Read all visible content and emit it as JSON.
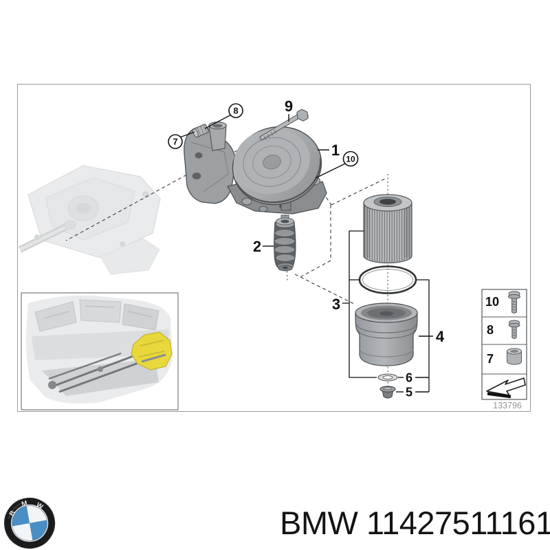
{
  "diagram": {
    "number": "133796",
    "callouts": [
      {
        "label": "7",
        "circled": true
      },
      {
        "label": "8",
        "circled": true
      },
      {
        "label": "9",
        "circled": false
      },
      {
        "label": "1",
        "circled": false
      },
      {
        "label": "10",
        "circled": true
      },
      {
        "label": "2",
        "circled": false
      },
      {
        "label": "3",
        "circled": false
      },
      {
        "label": "4",
        "circled": false
      },
      {
        "label": "6",
        "circled": false
      },
      {
        "label": "5",
        "circled": false
      }
    ],
    "legend": {
      "rows": [
        {
          "label": "10",
          "icon": "flange-bolt-long-icon"
        },
        {
          "label": "8",
          "icon": "flange-bolt-short-icon"
        },
        {
          "label": "7",
          "icon": "sleeve-bushing-icon"
        },
        {
          "label": "",
          "icon": "direction-arrow-icon"
        }
      ]
    },
    "highlight_color": "#e8d83c"
  },
  "footer": {
    "brand": "BMW",
    "part_number": "11427511161",
    "logo": {
      "name": "bmw-roundel",
      "letters": [
        "B",
        "M",
        "W"
      ],
      "blue": "#4a8ec6"
    }
  }
}
